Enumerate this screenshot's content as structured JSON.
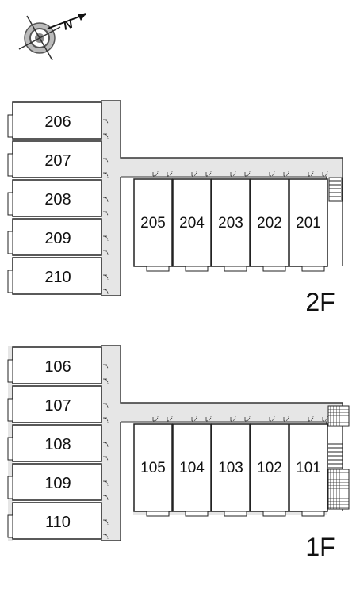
{
  "compass": {
    "letter": "N"
  },
  "floors": [
    {
      "label": "2F",
      "west_rooms": [
        "206",
        "207",
        "208",
        "209",
        "210"
      ],
      "east_rooms": [
        "205",
        "204",
        "203",
        "202",
        "201"
      ]
    },
    {
      "label": "1F",
      "west_rooms": [
        "106",
        "107",
        "108",
        "109",
        "110"
      ],
      "east_rooms": [
        "105",
        "104",
        "103",
        "102",
        "101"
      ]
    }
  ]
}
